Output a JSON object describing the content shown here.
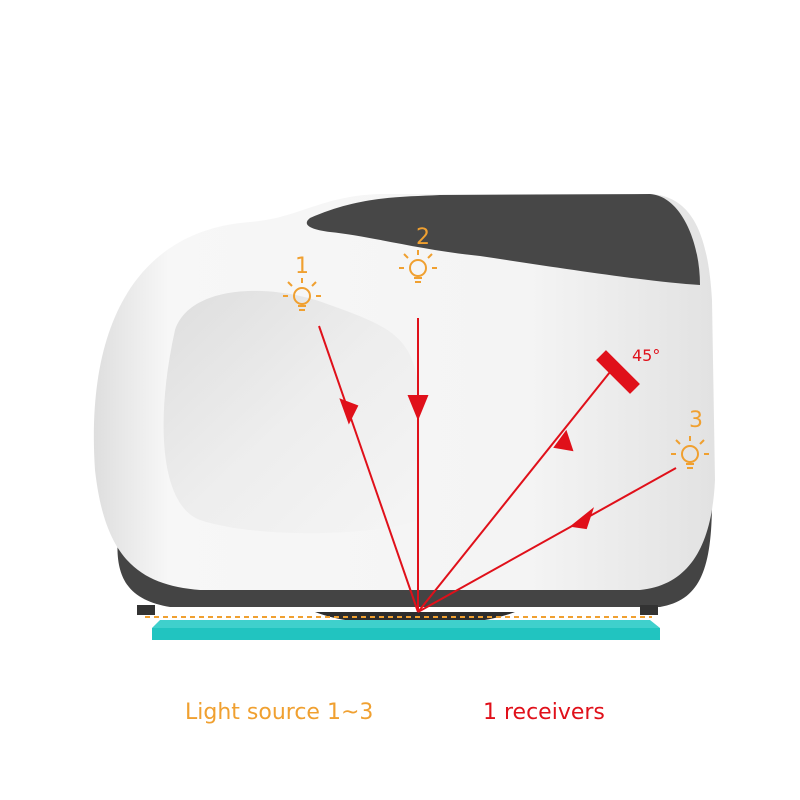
{
  "diagram": {
    "sources": [
      {
        "label": "1"
      },
      {
        "label": "2"
      },
      {
        "label": "3"
      }
    ],
    "receiver": {
      "angle_label": "45°"
    }
  },
  "captions": {
    "light_source": "Light source 1~3",
    "receivers": "1 receivers"
  },
  "colors": {
    "orange": "#f0a030",
    "red": "#e0101a",
    "teal": "#21c4c0",
    "device_dark": "#474747",
    "device_light": "#f3f3f3"
  }
}
